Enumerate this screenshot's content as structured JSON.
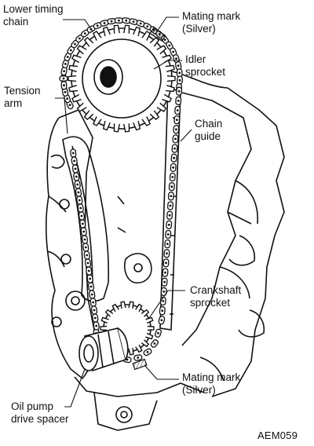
{
  "labels": {
    "lower_timing_chain": [
      "Lower timing",
      "chain"
    ],
    "mating_mark_top": [
      "Mating mark",
      "(Silver)"
    ],
    "idler_sprocket": [
      "Idler",
      "sprocket"
    ],
    "tension_arm": [
      "Tension",
      "arm"
    ],
    "chain_guide": [
      "Chain",
      "guide"
    ],
    "crankshaft_sprocket": [
      "Crankshaft",
      "sprocket"
    ],
    "mating_mark_bottom": [
      "Mating mark",
      "(Silver)"
    ],
    "oil_pump_drive_spacer": [
      "Oil pump",
      "drive spacer"
    ]
  },
  "figure_code": "AEM059",
  "colors": {
    "ink": "#111111",
    "paper": "#ffffff"
  }
}
